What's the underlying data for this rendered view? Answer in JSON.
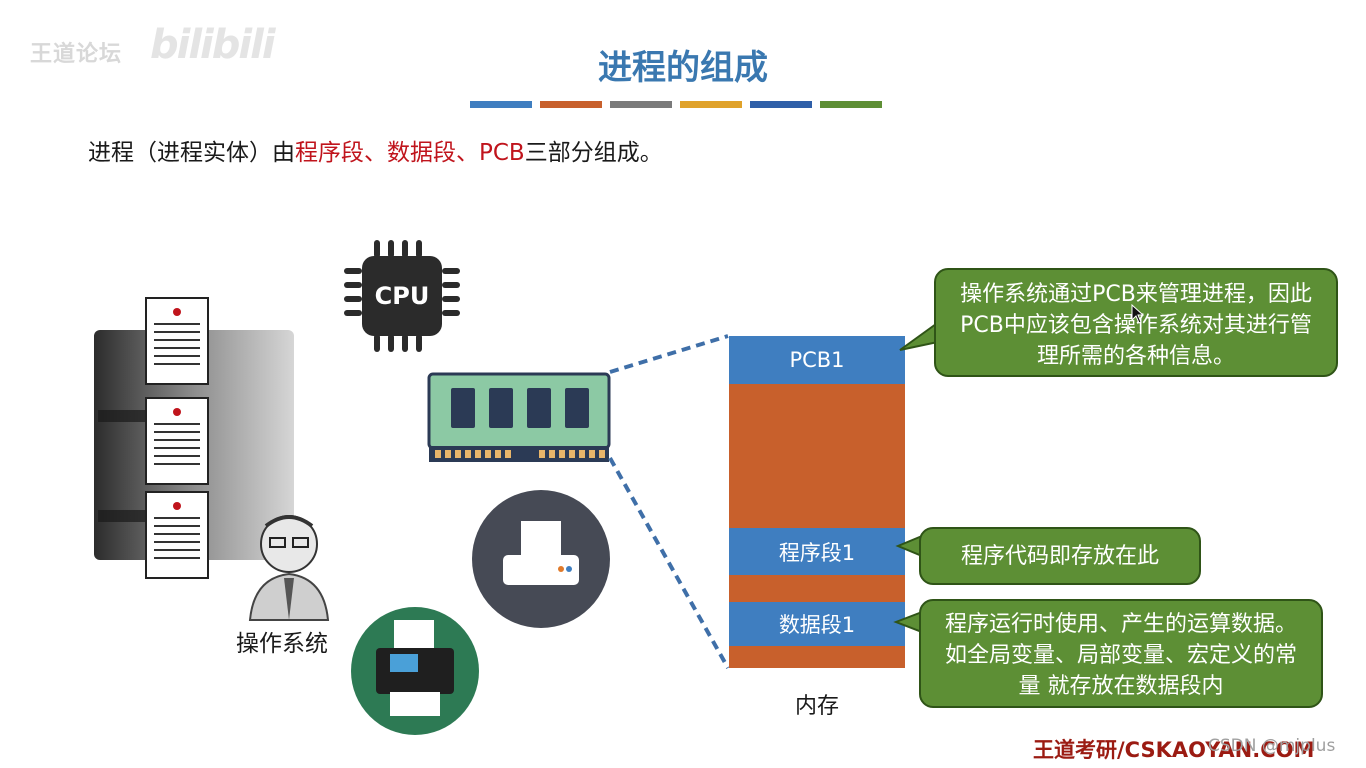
{
  "watermark": {
    "text": "王道论坛",
    "site": "bilibili"
  },
  "page_title": "进程的组成",
  "title_bar_colors": [
    "#3f7ec0",
    "#c8602c",
    "#7a7a7a",
    "#e0a22a",
    "#2f5fa8",
    "#5e8f35"
  ],
  "intro": {
    "prefix": "进程（进程实体）由",
    "program_segment": "程序段",
    "sep1": "、",
    "data_segment": "数据段",
    "sep2": "、",
    "pcb": "PCB",
    "suffix": "三部分组成。"
  },
  "cpu_label": "CPU",
  "os_label": "操作系统",
  "memory": {
    "label": "内存",
    "segments": {
      "pcb": "PCB1",
      "program": "程序段1",
      "data": "数据段1"
    }
  },
  "callouts": {
    "pcb": "操作系统通过PCB来管理进程，因此PCB中应该包含操作系统对其进行管理所需的各种信息。",
    "program": "程序代码即存放在此",
    "data": "程序运行时使用、产生的运算数据。如全局变量、局部变量、宏定义的常量 就存放在数据段内"
  },
  "footer": {
    "brand": "王道考研/CSKAOYAN.COM",
    "overlay": "CSDN @mjplus"
  },
  "colors": {
    "pcb_blue": "#3f7ec0",
    "memory_orange": "#c8602c",
    "callout_green": "#5d8f35",
    "title_blue": "#3a78b0",
    "highlight_red": "#c0141c"
  }
}
